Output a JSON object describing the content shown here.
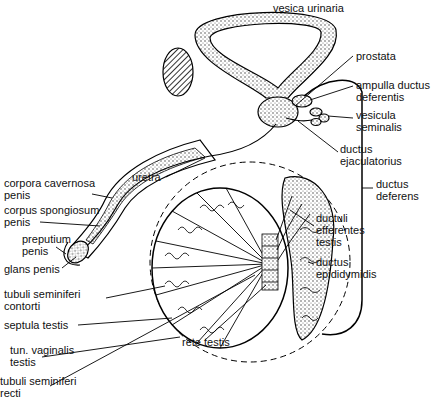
{
  "diagram": {
    "labels": [
      "vesica urinaria",
      "prostata",
      "ampulla ductus deferentis",
      "vesicula seminalis",
      "ductus ejaculatorius",
      "ductus deferens",
      "uretra",
      "corpora cavernosa penis",
      "corpus spongiosum penis",
      "preputium penis",
      "glans penis",
      "tubuli seminiferi contorti",
      "septula testis",
      "tun. vaginalis testis",
      "tubuli seminiferi recti",
      "ductuli efferentes testis",
      "ductus epididymidis",
      "rete testis"
    ]
  }
}
